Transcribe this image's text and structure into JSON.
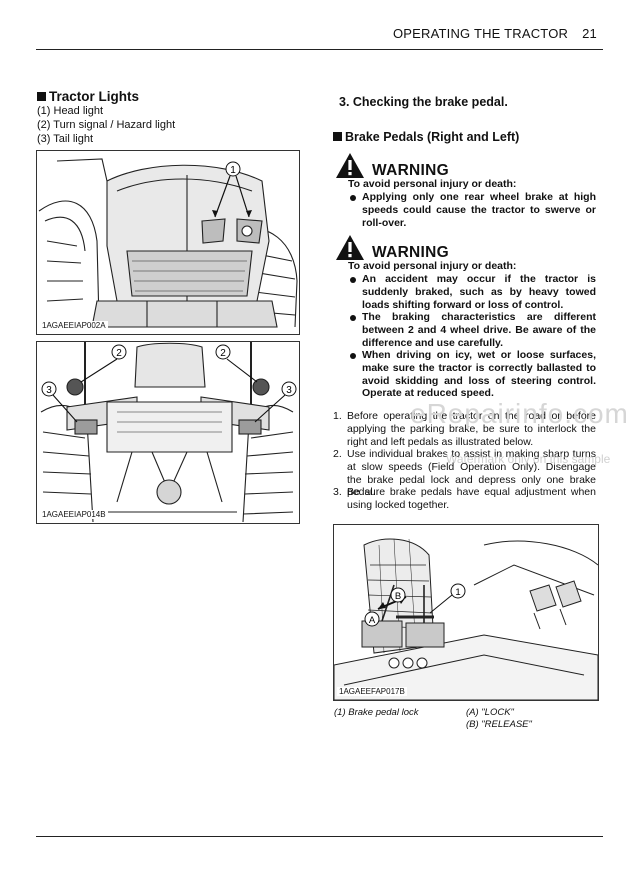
{
  "header": {
    "title": "OPERATING THE TRACTOR",
    "page": "21"
  },
  "left": {
    "section_title": "Tractor Lights",
    "items": [
      "(1) Head light",
      "(2) Turn signal / Hazard light",
      "(3) Tail light"
    ],
    "fig1_code": "1AGAEEIAP002A",
    "fig2_code": "1AGAEEIAP014B",
    "fig1_callouts": [
      "1"
    ],
    "fig2_callouts": [
      "2",
      "2",
      "3",
      "3"
    ]
  },
  "right": {
    "step_heading": "3.  Checking the brake pedal.",
    "section_title": "Brake Pedals (Right and Left)",
    "warning1": {
      "title": "WARNING",
      "sub": "To avoid personal injury or death:",
      "bullets": [
        "Applying only one rear wheel brake at high speeds could cause the tractor to swerve or roll-over."
      ]
    },
    "warning2": {
      "title": "WARNING",
      "sub": "To avoid personal injury or death:",
      "bullets": [
        "An accident may occur if the tractor is suddenly braked, such as by heavy towed loads shifting forward or loss of control.",
        "The braking characteristics are different between 2 and 4 wheel drive. Be aware of the difference and use carefully.",
        "When driving on icy, wet or loose surfaces, make sure the tractor is correctly ballasted to avoid skidding and loss of steering control. Operate at reduced speed."
      ]
    },
    "steps": [
      {
        "n": "1.",
        "text": "Before operating the tractor on the road or before applying the parking brake, be sure to interlock the right and left pedals as illustrated below."
      },
      {
        "n": "2.",
        "text": "Use individual brakes to assist in making sharp turns at slow speeds (Field Operation Only). Disengage the brake pedal lock and depress only one brake pedal."
      },
      {
        "n": "3.",
        "text": "Be sure brake pedals have equal adjustment when using locked together."
      }
    ],
    "fig3_code": "1AGAEEFAP017B",
    "fig3_callouts": [
      "1",
      "B",
      "A"
    ],
    "caption_left": "(1) Brake pedal lock",
    "caption_right_a": "(A) \"LOCK\"",
    "caption_right_b": "(B) \"RELEASE\""
  },
  "watermark": {
    "main": "eRepairinfo.com",
    "sub": "Watermark only on this sample"
  }
}
